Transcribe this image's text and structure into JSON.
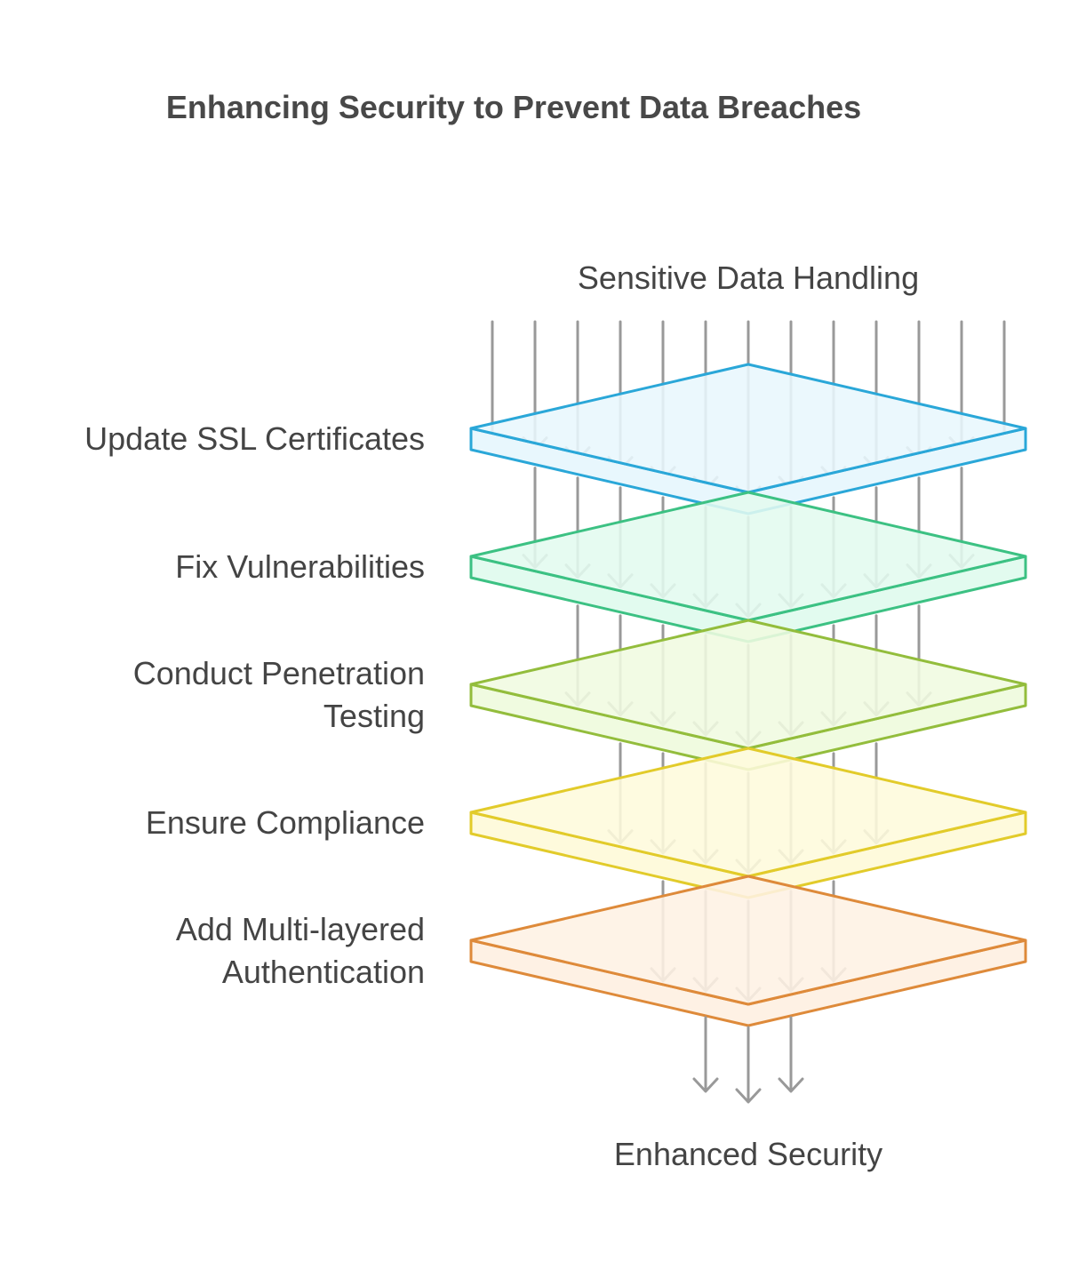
{
  "title": "Enhancing Security to Prevent Data Breaches",
  "input_label": "Sensitive Data Handling",
  "output_label": "Enhanced Security",
  "arrow_color": "#999999",
  "layers": [
    {
      "label_lines": [
        "Update SSL Certificates"
      ],
      "fill": "#e8f7fd",
      "stroke": "#2aa7d8"
    },
    {
      "label_lines": [
        "Fix Vulnerabilities"
      ],
      "fill": "#e2fbef",
      "stroke": "#3cc183"
    },
    {
      "label_lines": [
        "Conduct Penetration",
        "Testing"
      ],
      "fill": "#f0fbe0",
      "stroke": "#93bd3c"
    },
    {
      "label_lines": [
        "Ensure Compliance"
      ],
      "fill": "#fefadc",
      "stroke": "#e2cb2a"
    },
    {
      "label_lines": [
        "Add Multi-layered",
        "Authentication"
      ],
      "fill": "#fef1e4",
      "stroke": "#de8a3a"
    }
  ]
}
